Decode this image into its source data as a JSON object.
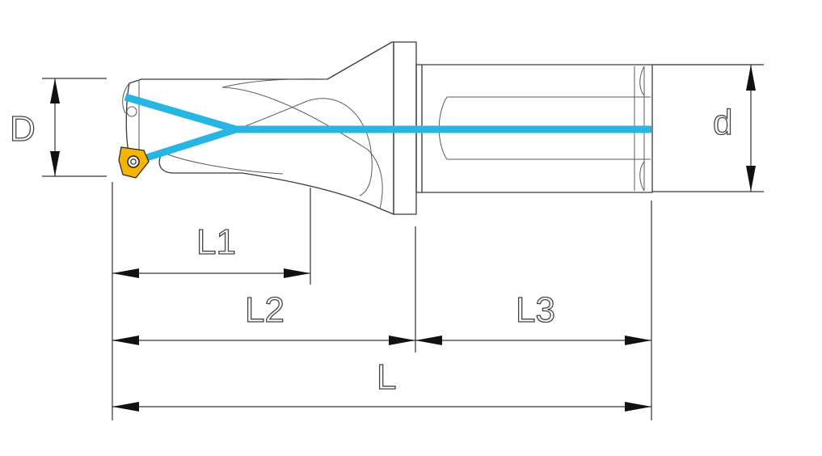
{
  "labels": {
    "D": "D",
    "d": "d",
    "L1": "L1",
    "L2": "L2",
    "L3": "L3",
    "L": "L"
  },
  "colors": {
    "coolant": "#27b6e3",
    "insert": "#f4b400",
    "outline": "#3a3a3a"
  },
  "icons": {
    "insert": "indexable-insert-icon"
  }
}
